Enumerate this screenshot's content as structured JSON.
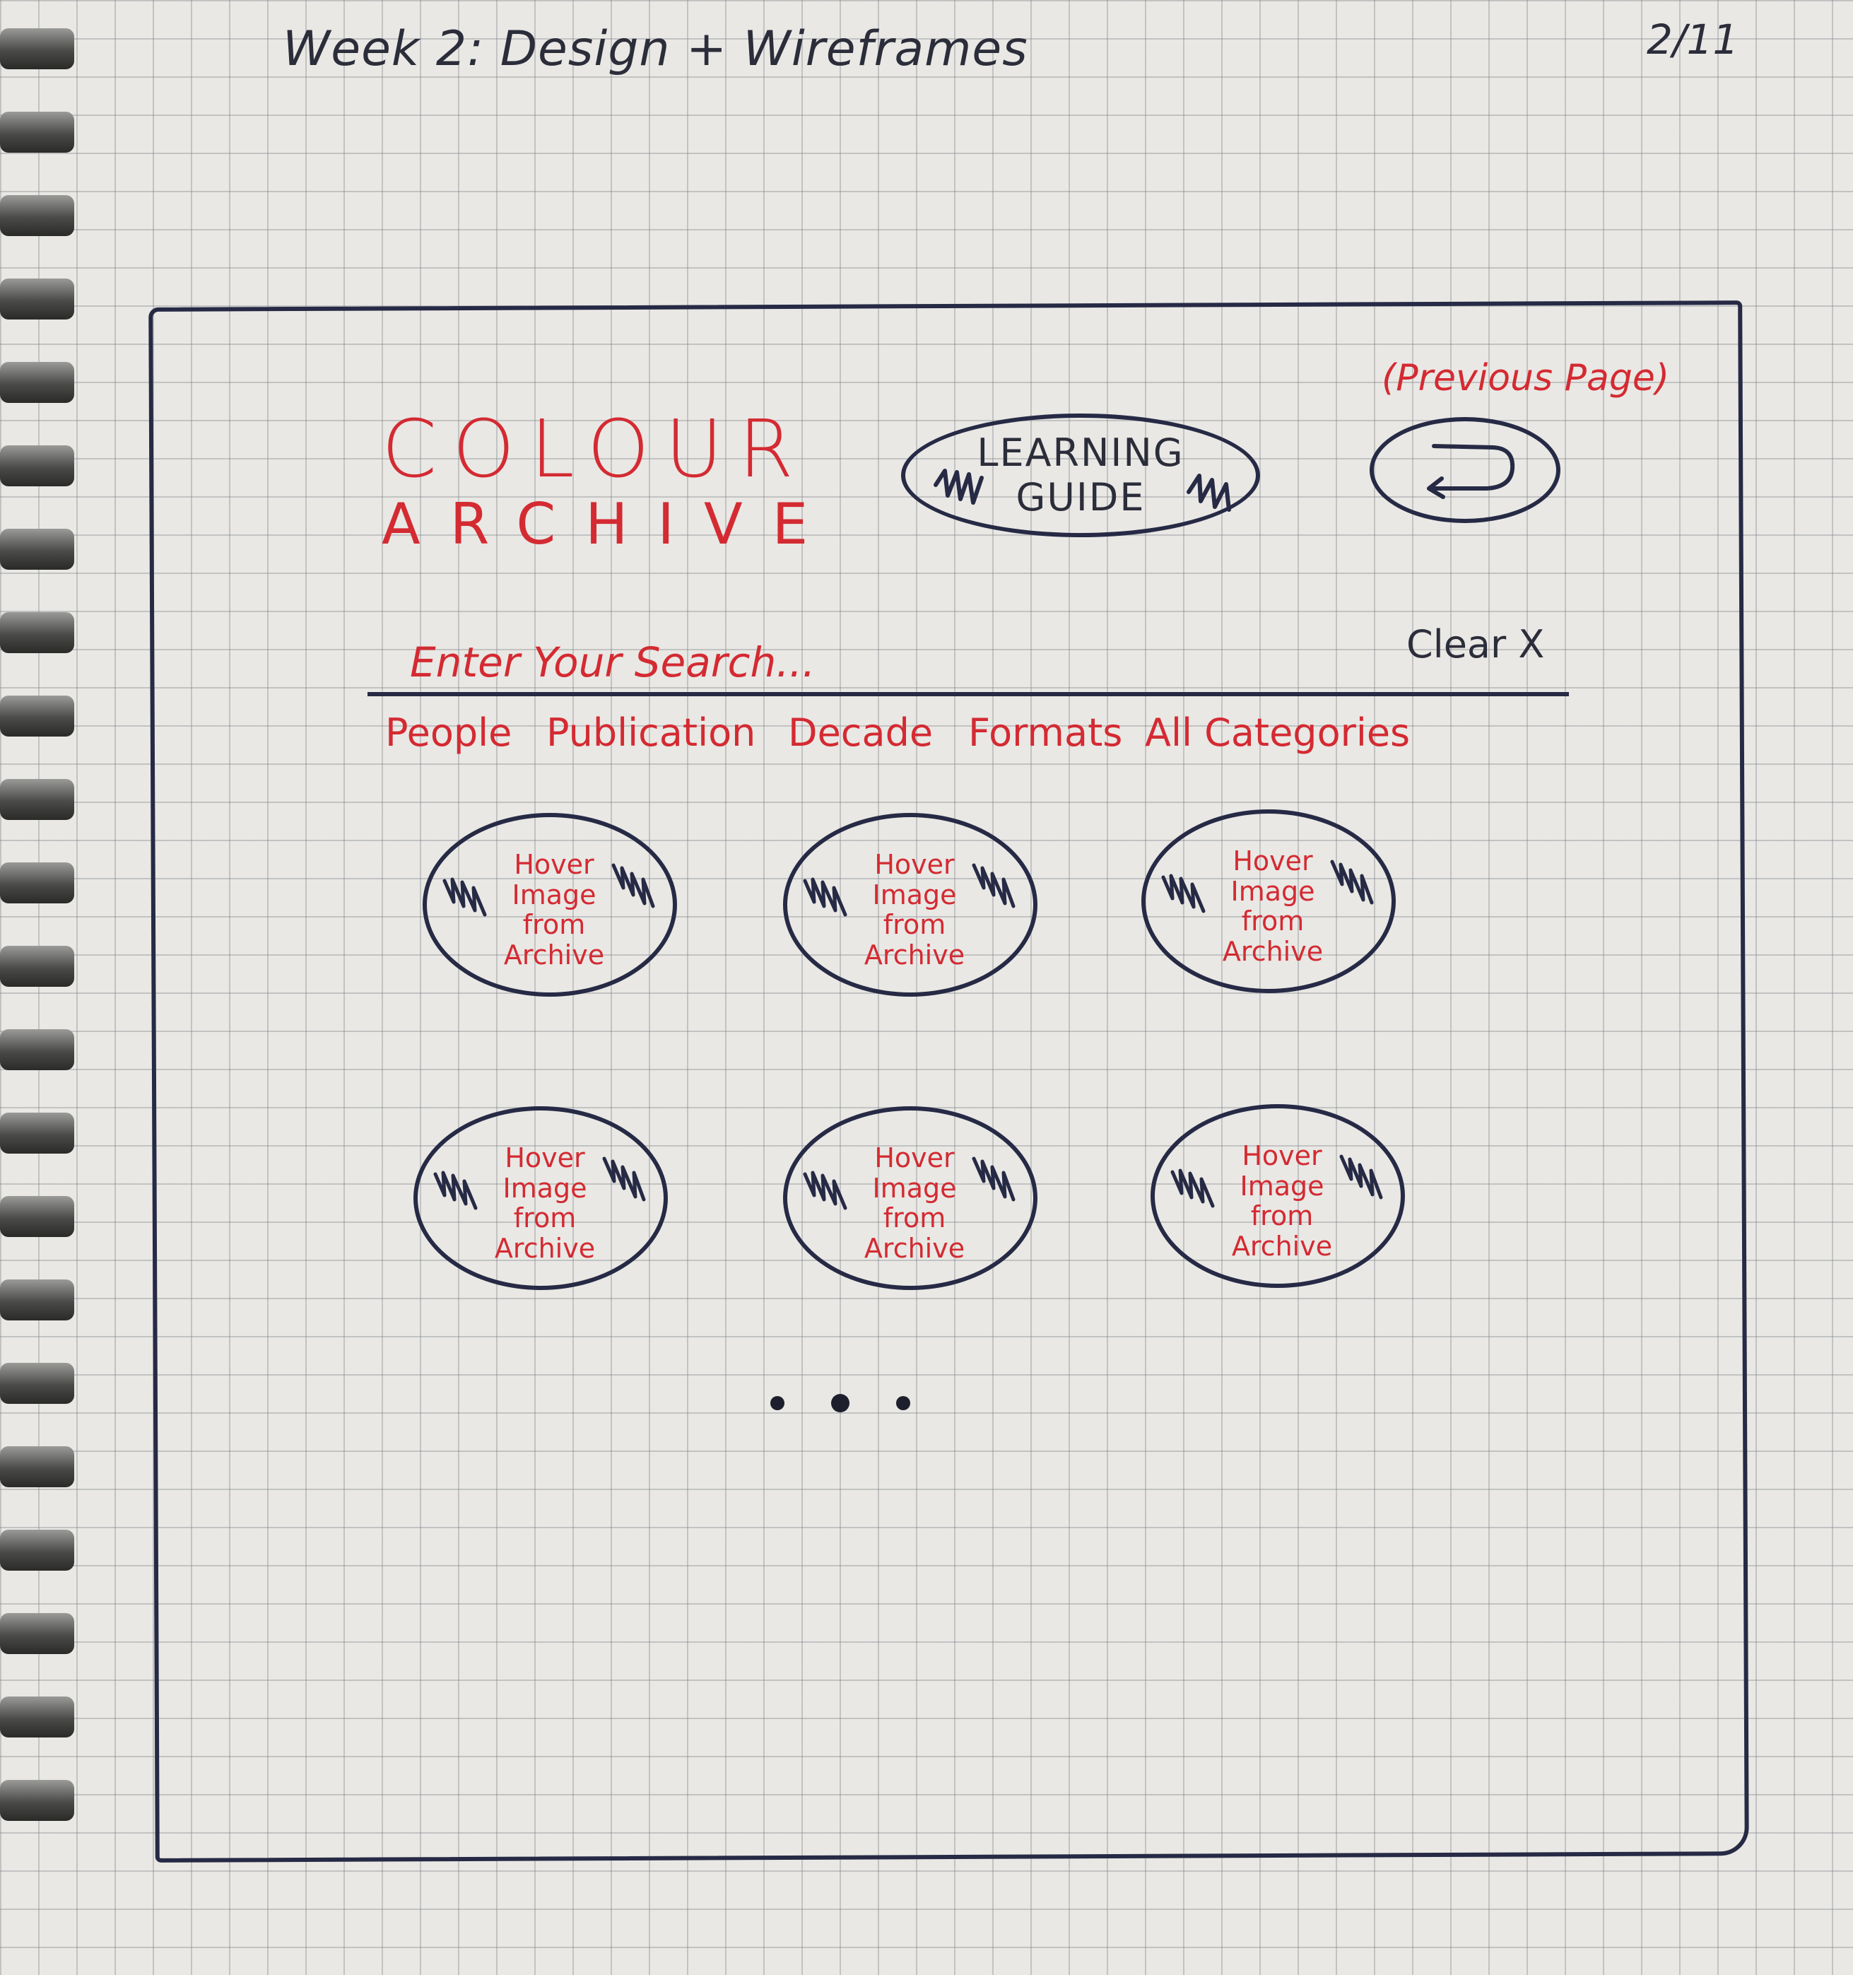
{
  "page": {
    "header_title": "Week 2: Design + Wireframes",
    "date": "2/11"
  },
  "logo": {
    "line1": "COLOUR",
    "line2": "ARCHIVE"
  },
  "nav": {
    "learning_guide_line1": "LEARNING",
    "learning_guide_line2": "GUIDE",
    "previous_page_caption": "(Previous Page)"
  },
  "search": {
    "placeholder": "Enter Your Search...",
    "clear_label": "Clear X"
  },
  "filters": [
    "People",
    "Publication",
    "Decade",
    "Formats",
    "All Categories"
  ],
  "cards": [
    {
      "line1": "Hover",
      "line2": "Image",
      "line3": "from",
      "line4": "Archive"
    },
    {
      "line1": "Hover",
      "line2": "Image",
      "line3": "from",
      "line4": "Archive"
    },
    {
      "line1": "Hover",
      "line2": "Image",
      "line3": "from",
      "line4": "Archive"
    },
    {
      "line1": "Hover",
      "line2": "Image",
      "line3": "from",
      "line4": "Archive"
    },
    {
      "line1": "Hover",
      "line2": "Image",
      "line3": "from",
      "line4": "Archive"
    },
    {
      "line1": "Hover",
      "line2": "Image",
      "line3": "from",
      "line4": "Archive"
    }
  ],
  "colors": {
    "ink_red": "#d42a32",
    "ink_navy": "#262a45",
    "paper": "#e9e8e4"
  },
  "icons": {
    "back": "return-arrow-icon",
    "hatch": "scribble-hatch"
  }
}
